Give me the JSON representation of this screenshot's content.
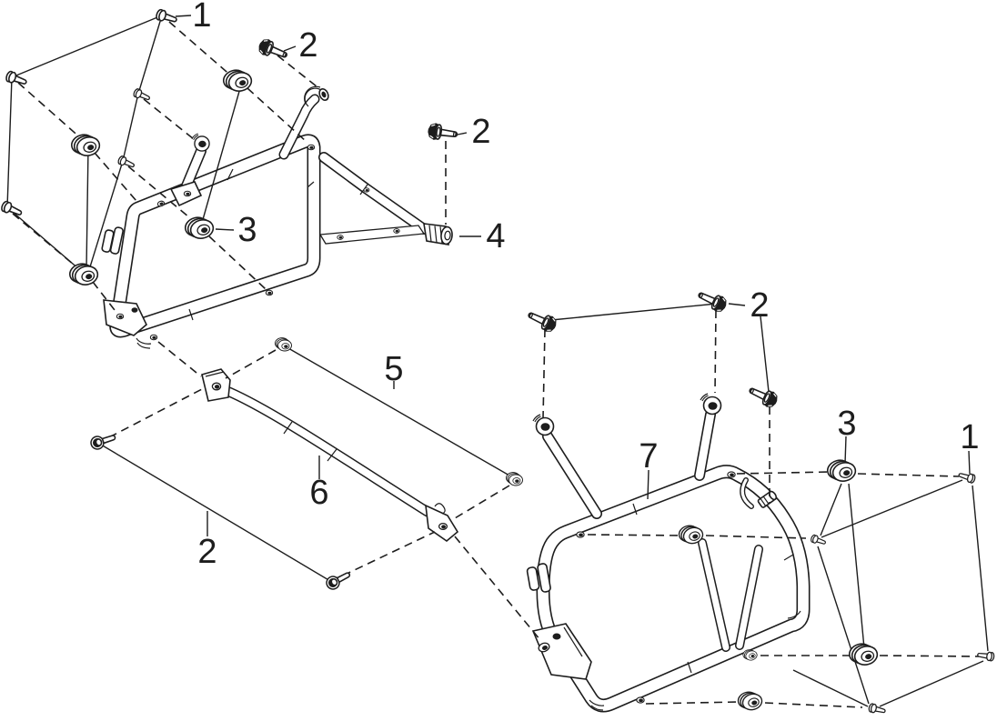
{
  "figure": {
    "background_color": "#ffffff",
    "line_color": "#1d1d1d",
    "description": "exploded-parts-diagram"
  },
  "callouts": [
    {
      "id": "callout-1-top-left",
      "label": "1"
    },
    {
      "id": "callout-2-top-left",
      "label": "2"
    },
    {
      "id": "callout-2-upper-mid",
      "label": "2"
    },
    {
      "id": "callout-3-left",
      "label": "3"
    },
    {
      "id": "callout-4",
      "label": "4"
    },
    {
      "id": "callout-5",
      "label": "5"
    },
    {
      "id": "callout-6",
      "label": "6"
    },
    {
      "id": "callout-2-lower-left",
      "label": "2"
    },
    {
      "id": "callout-2-right",
      "label": "2"
    },
    {
      "id": "callout-7",
      "label": "7"
    },
    {
      "id": "callout-3-right",
      "label": "3"
    },
    {
      "id": "callout-1-right",
      "label": "1"
    }
  ]
}
